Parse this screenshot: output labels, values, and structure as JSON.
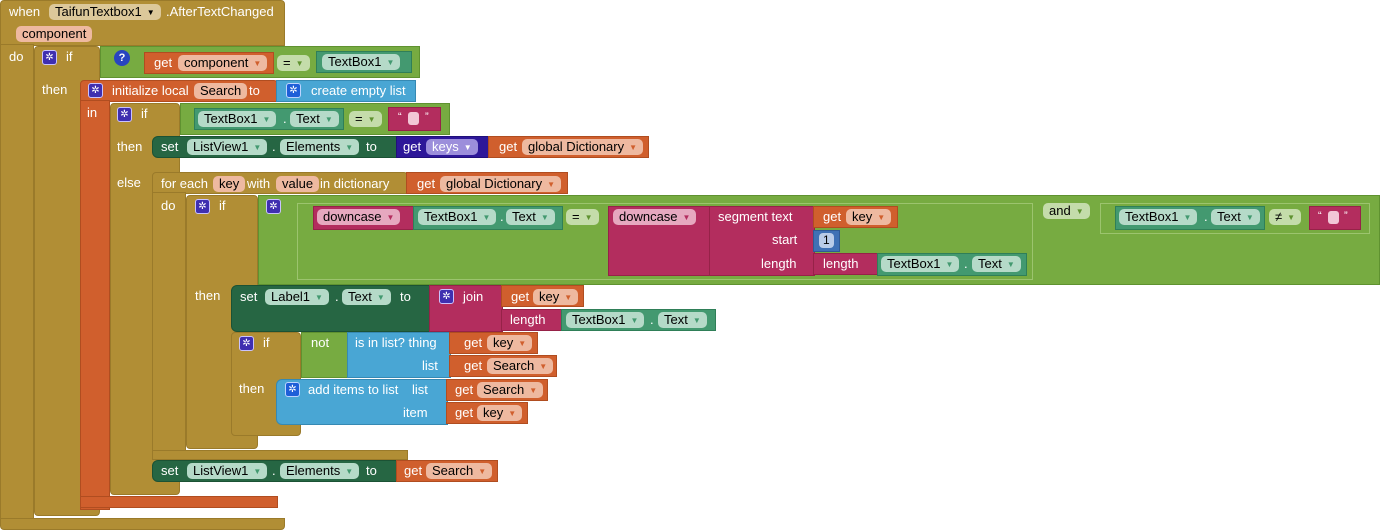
{
  "event": {
    "when": "when",
    "component": "TaifunTextbox1",
    "event_name": ".AfterTextChanged",
    "param": "component",
    "do": "do"
  },
  "if1": {
    "if": "if",
    "then": "then",
    "get": "get",
    "get_var": "component",
    "op": "=",
    "compare_component": "TextBox1"
  },
  "init_local": {
    "label": "initialize local",
    "var": "Search",
    "to": "to",
    "in": "in",
    "create_empty_list": "create empty list"
  },
  "if2": {
    "if": "if",
    "then": "then",
    "else": "else",
    "component": "TextBox1",
    "property": "Text",
    "op": "=",
    "dot": ".",
    "quote_open": "“",
    "quote_close": "”"
  },
  "set_elements_keys": {
    "set": "set",
    "component": "ListView1",
    "property": "Elements",
    "to": "to",
    "get": "get",
    "keys": "keys",
    "get_global": "global Dictionary"
  },
  "for_each": {
    "label": "for each",
    "key": "key",
    "with": "with",
    "value": "value",
    "in_dictionary": "in dictionary",
    "get": "get",
    "dict_var": "global Dictionary",
    "do": "do"
  },
  "if3": {
    "if": "if",
    "then": "then",
    "downcase": "downcase",
    "component": "TextBox1",
    "property": "Text",
    "op_eq": "=",
    "segment_text": "segment  text",
    "start": "start",
    "length": "length",
    "length_fn": "length",
    "get": "get",
    "key": "key",
    "start_value": "1",
    "and": "and",
    "op_neq": "≠"
  },
  "set_label": {
    "set": "set",
    "component": "Label1",
    "property": "Text",
    "to": "to",
    "join": "join",
    "get": "get",
    "key": "key",
    "length": "length",
    "len_component": "TextBox1",
    "len_property": "Text"
  },
  "if4": {
    "if": "if",
    "then": "then",
    "not": "not",
    "is_in_list": "is in list? thing",
    "list": "list",
    "get": "get",
    "key": "key",
    "search": "Search",
    "add_items": "add items to list",
    "add_list": "list",
    "add_item": "item"
  },
  "set_elements_search": {
    "set": "set",
    "component": "ListView1",
    "property": "Elements",
    "to": "to",
    "get": "get",
    "var": "Search"
  },
  "colors": {
    "control": "#b18e35",
    "variable": "#d05f2d",
    "logic": "#77ab41",
    "component": "#439970",
    "component_setter": "#266643",
    "text": "#b32d5e",
    "list": "#49a6d4",
    "dictionary": "#2d1799",
    "math": "#3f71b5"
  },
  "icons": {
    "mutator": "gear-icon",
    "help": "question-icon",
    "dropdown": "chevron-down-icon"
  }
}
